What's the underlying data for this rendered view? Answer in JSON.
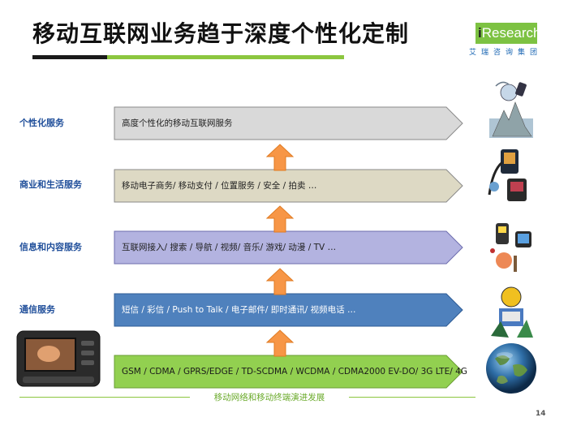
{
  "slide": {
    "title": "移动互联网业务趋于深度个性化定制",
    "page_number": "14",
    "footer": "移动网络和移动终端演进发展"
  },
  "logo": {
    "prefix": "i",
    "name": "Research",
    "cn": "艾瑞咨询集团"
  },
  "layers": [
    {
      "label": "个性化服务",
      "text": "高度个性化的移动互联网服务",
      "fill": "#d9d9d9",
      "text_color": "#222222"
    },
    {
      "label": "商业和生活服务",
      "text": "移动电子商务/ 移动支付 / 位置服务 / 安全 / 拍卖 …",
      "fill": "#ddd9c4",
      "text_color": "#222222"
    },
    {
      "label": "信息和内容服务",
      "text": "互联网接入/ 搜索 / 导航 / 视频/ 音乐/ 游戏/ 动漫 / TV …",
      "fill": "#b3b3e0",
      "text_color": "#222222"
    },
    {
      "label": "通信服务",
      "text": "短信 / 彩信 / Push to Talk / 电子邮件/ 即时通讯/ 视频电话 …",
      "fill": "#4f81bd",
      "text_color": "#ffffff"
    },
    {
      "label": "",
      "text": "GSM / CDMA / GPRS/EDGE / TD-SCDMA / WCDMA / CDMA2000 EV-DO/ 3G LTE/ 4G",
      "fill": "#92d050",
      "text_color": "#1a1a1a"
    }
  ],
  "colors": {
    "arrow": "#f79646",
    "label": "#1f4e9a",
    "accent_green": "#8cc63f"
  },
  "icons": [
    "collage-icon-1",
    "collage-icon-2",
    "collage-icon-3",
    "collage-icon-4",
    "globe-icon",
    "phone-device-icon"
  ]
}
